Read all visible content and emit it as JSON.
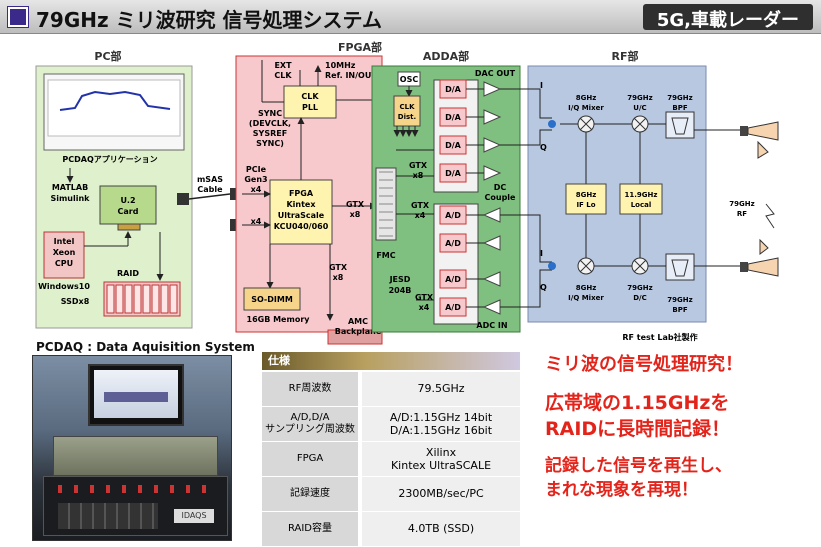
{
  "header": {
    "title": "79GHz ミリ波研究 信号処理システム",
    "tag": "5G,車載レーダー"
  },
  "diagram": {
    "pc": {
      "title": "PC部",
      "app": "PCDAQアプリケーション",
      "matlab": "MATLAB",
      "simulink": "Simulink",
      "u2_l1": "U.2",
      "u2_l2": "Card",
      "cpu_l1": "Intel",
      "cpu_l2": "Xeon",
      "cpu_l3": "CPU",
      "raid": "RAID",
      "os": "Windows10",
      "ssd": "SSDx8",
      "msas_l1": "mSAS",
      "msas_l2": "Cable"
    },
    "fpga": {
      "title": "FPGA部",
      "ext_clk_l1": "EXT",
      "ext_clk_l2": "CLK",
      "ref_l1": "10MHz",
      "ref_l2": "Ref. IN/OUT",
      "clk_pll_l1": "CLK",
      "clk_pll_l2": "PLL",
      "sync_l1": "SYNC",
      "sync_l2": "(DEVCLK,",
      "sync_l3": "SYSREF",
      "sync_l4": "SYNC)",
      "pcie_l1": "PCIe",
      "pcie_l2": "Gen3",
      "pcie_l3": "x4",
      "x4": "x4",
      "chip_l1": "FPGA",
      "chip_l2": "Kintex",
      "chip_l3": "UltraScale",
      "chip_l4": "KCU040/060",
      "gtx_l1": "GTX",
      "gtx_l2": "x8",
      "gtx_b_l1": "GTX",
      "gtx_b_l2": "x8",
      "sodimm": "SO-DIMM",
      "memory": "16GB Memory",
      "amc_l1": "AMC",
      "amc_l2": "Backplane"
    },
    "adda": {
      "title": "ADDA部",
      "osc": "OSC",
      "clk_l1": "CLK",
      "clk_l2": "Dist.",
      "dac_out": "DAC OUT",
      "da": "D/A",
      "ad": "A/D",
      "gtx_d_l1": "GTX",
      "gtx_d_l2": "x8",
      "gtx_a_l1": "GTX",
      "gtx_a_l2": "x4",
      "gtx_c_l1": "GTX",
      "gtx_c_l2": "x4",
      "fmc": "FMC",
      "jesd_l1": "JESD",
      "jesd_l2": "204B",
      "dc_l1": "DC",
      "dc_l2": "Couple",
      "adc_in": "ADC IN"
    },
    "rf": {
      "title": "RF部",
      "i": "I",
      "q": "Q",
      "iq_mixer_l1": "8GHz",
      "iq_mixer_l2": "I/Q Mixer",
      "uc_l1": "79GHz",
      "uc_l2": "U/C",
      "bpf_l1": "79GHz",
      "bpf_l2": "BPF",
      "iflo_l1": "8GHz",
      "iflo_l2": "IF Lo",
      "local_l1": "11.9GHz",
      "local_l2": "Local",
      "rf_l1": "79GHz",
      "rf_l2": "RF",
      "dc_l1": "79GHz",
      "dc_l2": "D/C",
      "credit": "RF test Lab社製作"
    }
  },
  "pcdaq_caption": "PCDAQ : Data Aquisition System",
  "spec": {
    "header": "仕様",
    "rows": [
      {
        "key": "RF周波数",
        "value": "79.5GHz"
      },
      {
        "key": "A/D,D/A\nサンプリング周波数",
        "value": "A/D:1.15GHz 14bit\nD/A:1.15GHz 16bit"
      },
      {
        "key": "FPGA",
        "value": "Xilinx\nKintex UltraSCALE"
      },
      {
        "key": "記録速度",
        "value": "2300MB/sec/PC"
      },
      {
        "key": "RAID容量",
        "value": "4.0TB (SSD)"
      }
    ]
  },
  "slogans": {
    "line1": "ミリ波の信号処理研究！",
    "line2a": "広帯域の1.15GHzを",
    "line2b": "RAIDに長時間記録！",
    "line3a": "記録した信号を再生し、",
    "line3b": "まれな現象を再現！"
  },
  "photo_brand": "IDAQS"
}
